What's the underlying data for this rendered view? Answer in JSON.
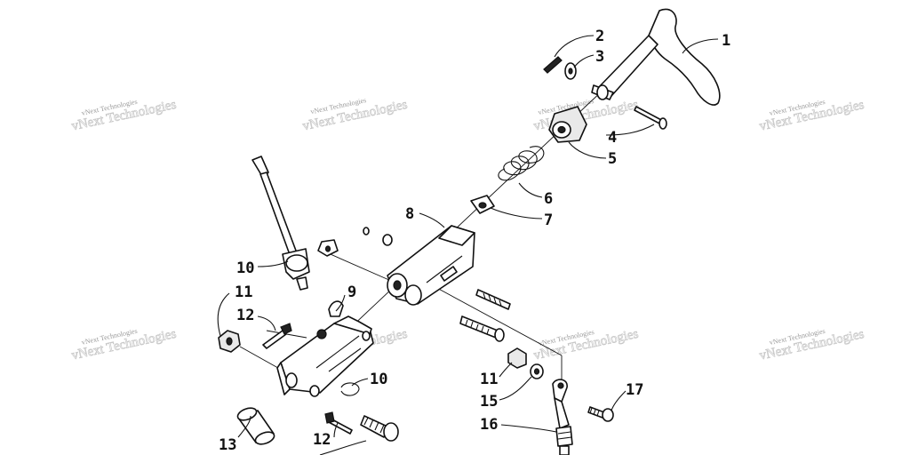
{
  "watermark": {
    "text": "vNext Technologies"
  },
  "callouts": [
    "1",
    "2",
    "3",
    "4",
    "5",
    "6",
    "7",
    "8",
    "9",
    "10",
    "10",
    "11",
    "11",
    "12",
    "12",
    "13",
    "15",
    "16",
    "17"
  ],
  "colors": {
    "line": "#111111",
    "watermark": "#9a9a9a",
    "background": "#ffffff"
  }
}
